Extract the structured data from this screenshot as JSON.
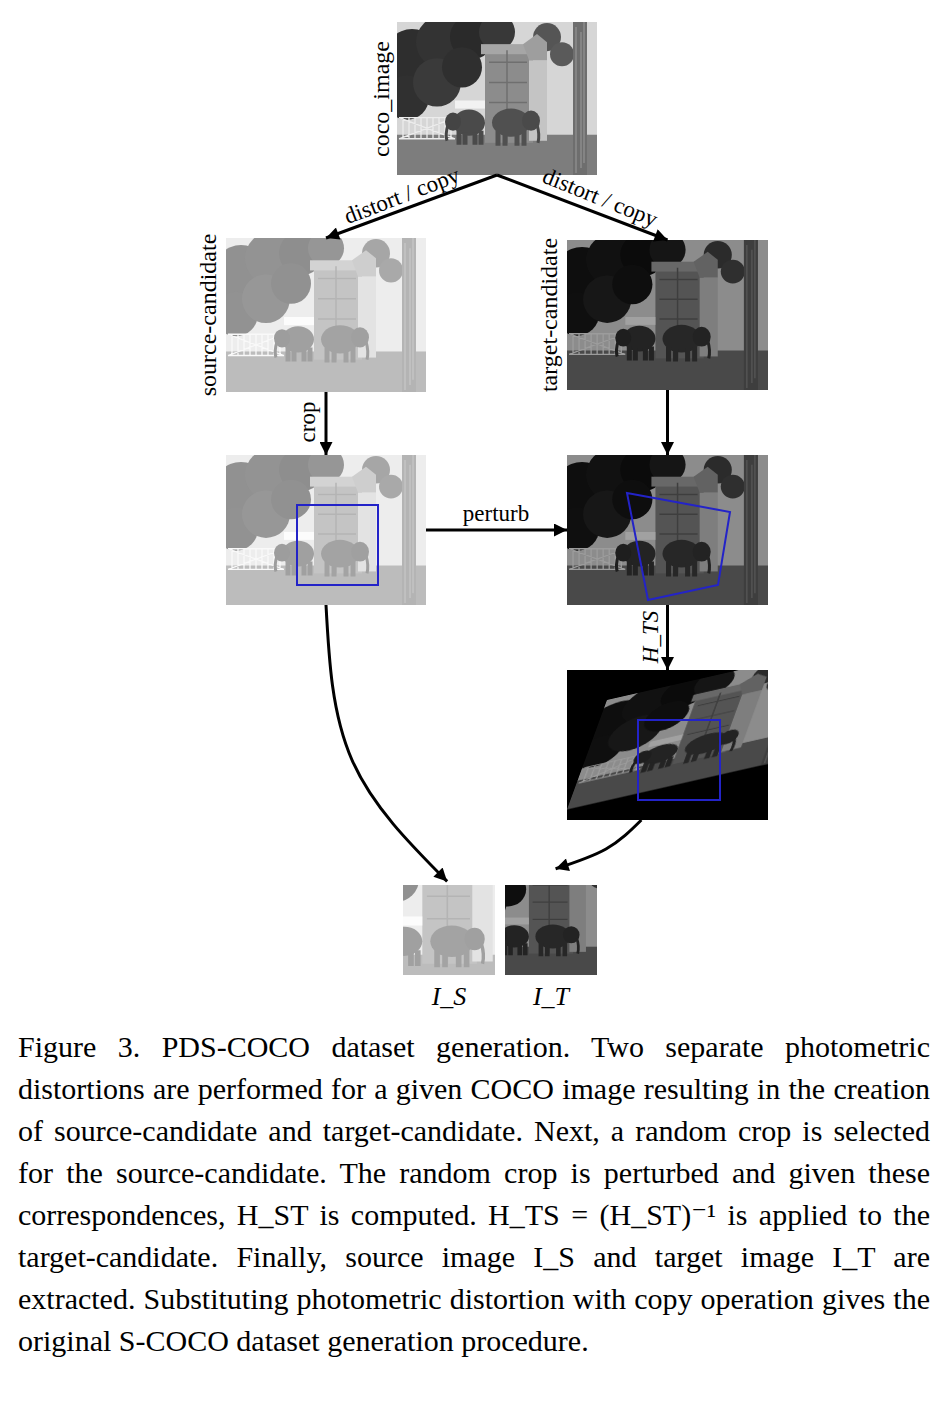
{
  "diagram": {
    "caption": "Figure 3. PDS-COCO dataset generation. Two separate photometric distortions are performed for a given COCO image resulting in the creation of source-candidate and target-candidate. Next, a random crop is selected for the source-candidate. The random crop is perturbed and given these correspondences, H_ST is computed. H_TS = (H_ST)⁻¹ is applied to the target-candidate. Finally, source image I_S and target image I_T are extracted. Substituting photometric distortion with copy operation gives the original S-COCO dataset generation procedure.",
    "nodes": [
      {
        "text": [
          "coco_image"
        ]
      },
      {
        "text": [
          "source-candidate"
        ]
      },
      {
        "text": [
          "target-candidate"
        ]
      },
      {
        "text": []
      },
      {
        "text": []
      },
      {
        "text": []
      },
      {
        "text": [
          "I_S"
        ]
      },
      {
        "text": [
          "I_T"
        ]
      }
    ],
    "edges": [
      {
        "from": 0,
        "to": 1,
        "label": "distort / copy",
        "arrow": "to"
      },
      {
        "from": 0,
        "to": 2,
        "label": "distort / copy",
        "arrow": "to"
      },
      {
        "from": 1,
        "to": 3,
        "label": "crop",
        "arrow": "to"
      },
      {
        "from": 2,
        "to": 4,
        "arrow": "to"
      },
      {
        "from": 3,
        "to": 4,
        "label": "perturb",
        "arrow": "to"
      },
      {
        "from": 4,
        "to": 5,
        "label": "H_TS",
        "arrow": "to"
      },
      {
        "from": 3,
        "to": 6,
        "arrow": "to"
      },
      {
        "from": 5,
        "to": 7,
        "arrow": "to"
      }
    ]
  }
}
